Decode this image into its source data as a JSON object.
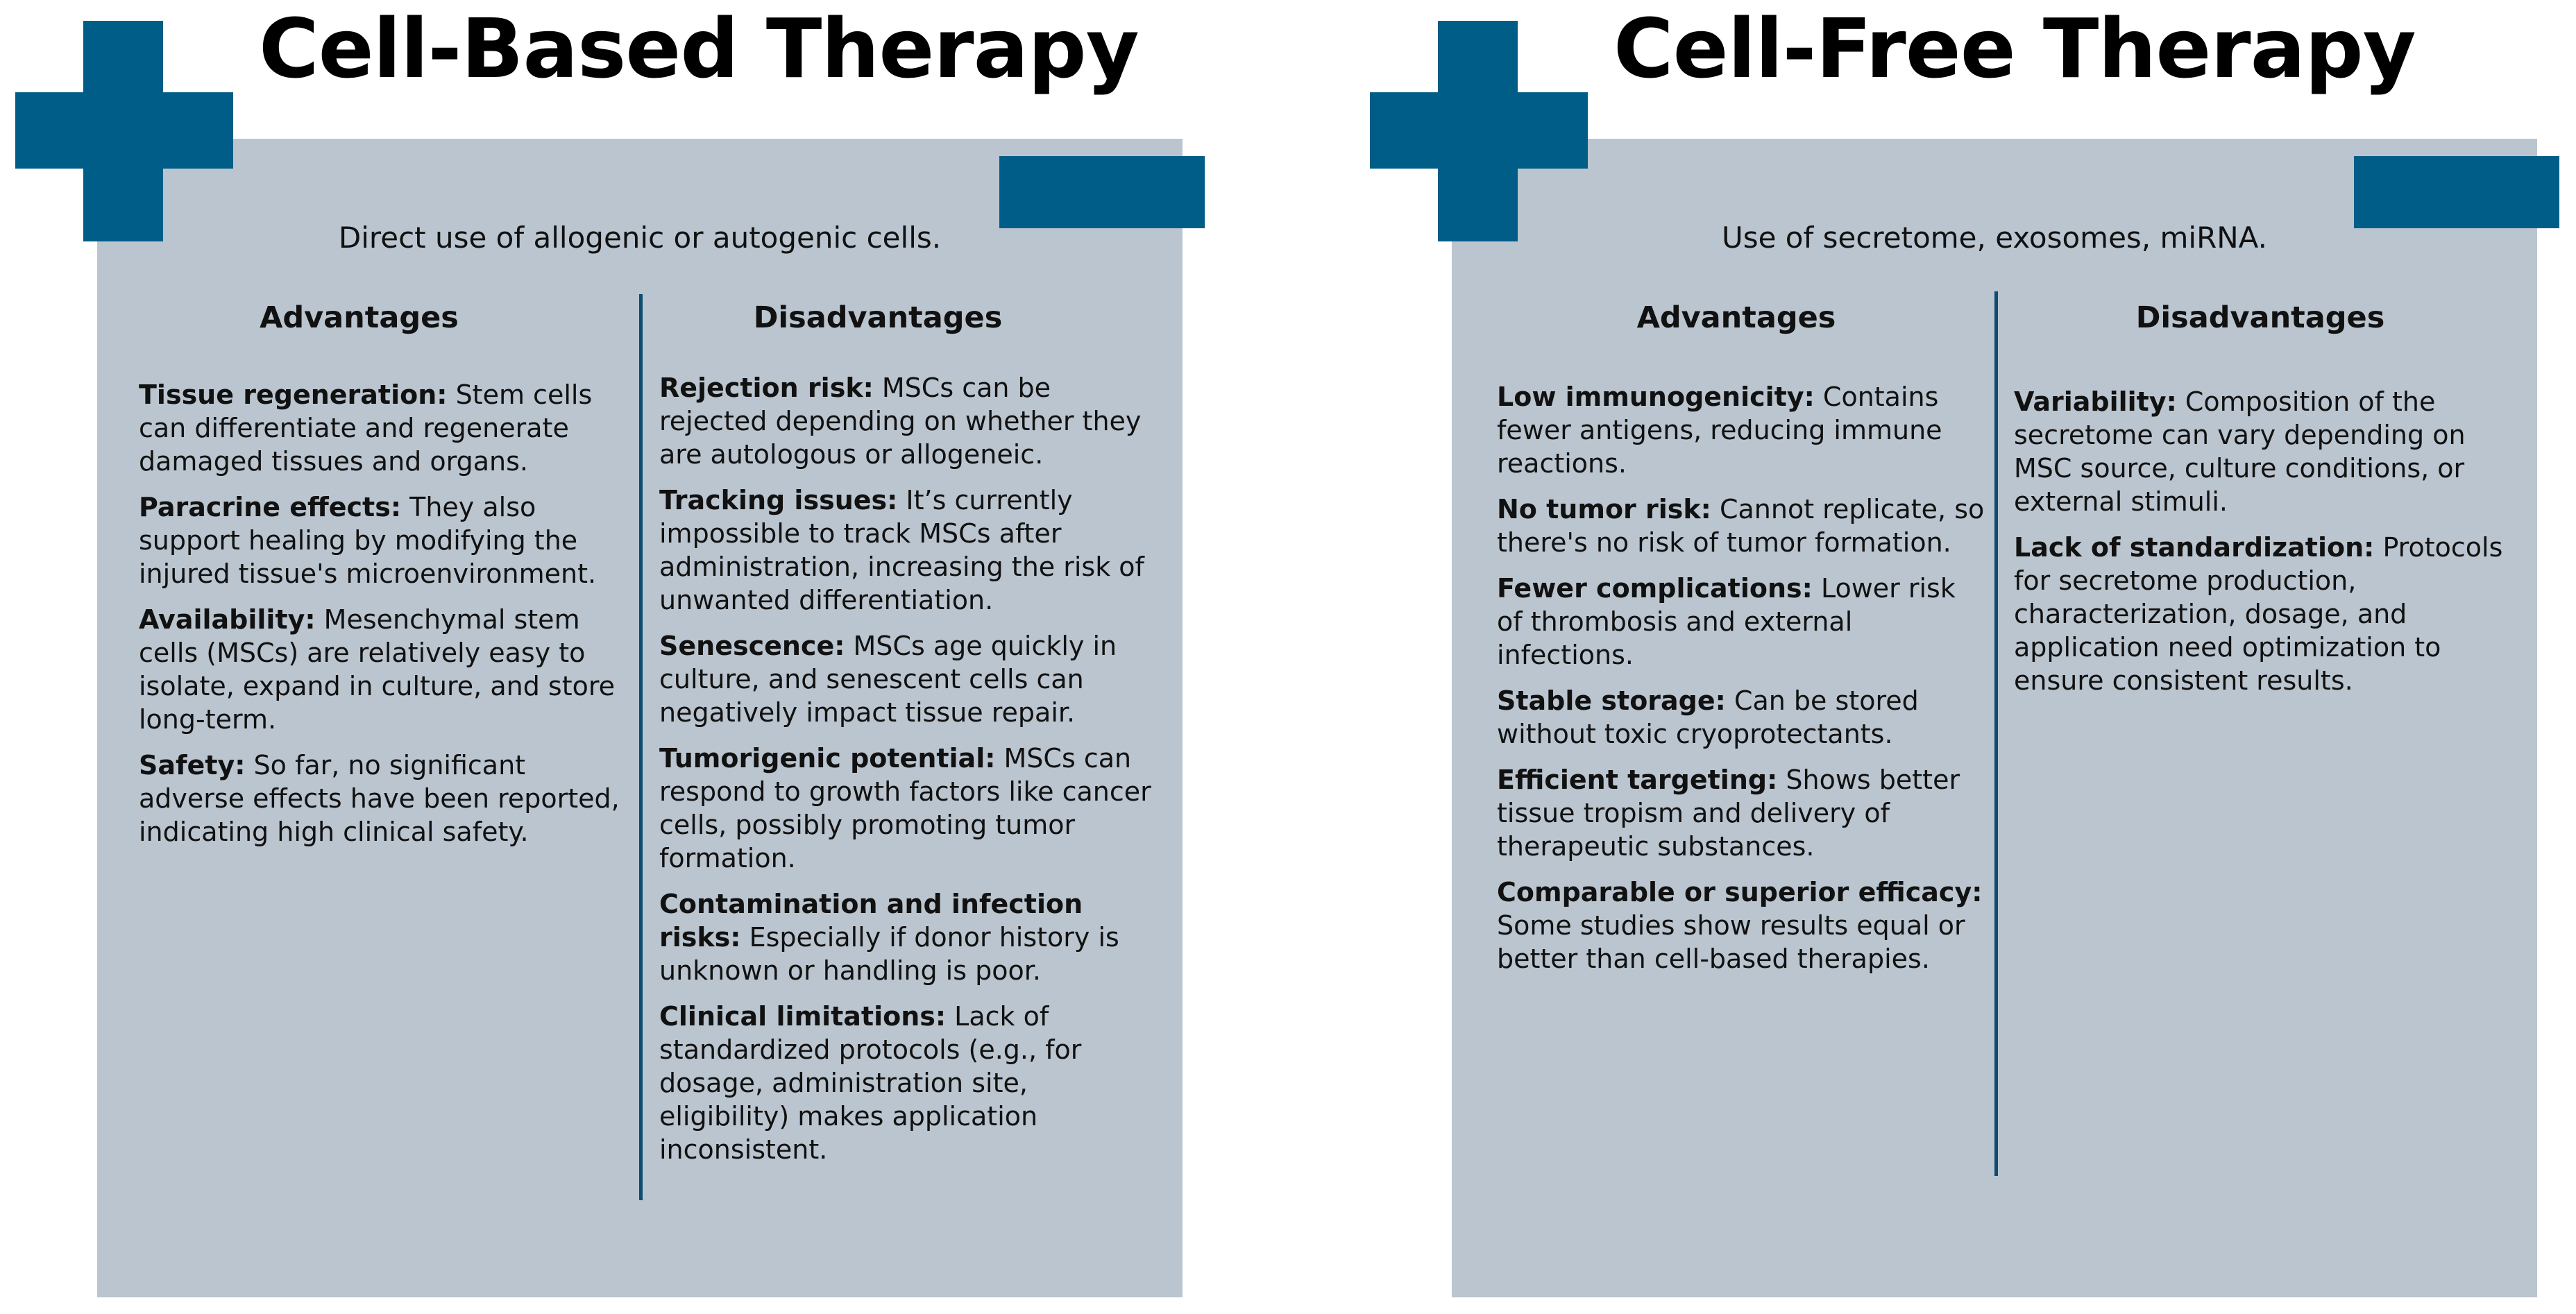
{
  "colors": {
    "accent": "#005d87",
    "panel_background": "#bbc5cf",
    "divider": "#0f4d6e"
  },
  "icons": [
    "plus-cross-icon",
    "plus-cross-icon"
  ],
  "panels": [
    {
      "title": "Cell-Based Therapy",
      "subtitle": "Direct use of allogenic or autogenic cells.",
      "advantages_heading": "Advantages",
      "disadvantages_heading": "Disadvantages",
      "advantages": [
        {
          "label": "Tissue regeneration:",
          "text": " Stem cells can differentiate and regenerate damaged tissues and organs."
        },
        {
          "label": "Paracrine effects:",
          "text": " They also support healing by modifying the injured tissue's microenvironment."
        },
        {
          "label": "Availability:",
          "text": " Mesenchymal stem cells (MSCs) are relatively easy to isolate, expand in culture, and store long-term."
        },
        {
          "label": "Safety:",
          "text": " So far, no significant adverse effects have been reported, indicating high clinical safety."
        }
      ],
      "disadvantages": [
        {
          "label": "Rejection risk:",
          "text": " MSCs can be rejected depending on whether they are autologous or allogeneic."
        },
        {
          "label": "Tracking issues:",
          "text": " It’s currently impossible to track MSCs after administration, increasing the risk of unwanted differentiation."
        },
        {
          "label": "Senescence:",
          "text": " MSCs age quickly in culture, and senescent cells can negatively impact tissue repair."
        },
        {
          "label": "Tumorigenic potential:",
          "text": " MSCs can respond to growth factors like cancer cells, possibly promoting tumor formation."
        },
        {
          "label": "Contamination and infection risks:",
          "text": " Especially if donor history is unknown or handling is poor."
        },
        {
          "label": "Clinical limitations:",
          "text": " Lack of standardized protocols (e.g., for dosage, administration site, eligibility) makes application inconsistent."
        }
      ]
    },
    {
      "title": "Cell-Free Therapy",
      "subtitle": "Use of secretome, exosomes, miRNA.",
      "advantages_heading": "Advantages",
      "disadvantages_heading": "Disadvantages",
      "advantages": [
        {
          "label": "Low immunogenicity:",
          "text": " Contains fewer antigens, reducing immune reactions."
        },
        {
          "label": "No tumor risk:",
          "text": " Cannot replicate, so there's no risk of tumor formation."
        },
        {
          "label": "Fewer complications:",
          "text": " Lower risk of thrombosis and external infections."
        },
        {
          "label": "Stable storage:",
          "text": " Can be stored without toxic cryoprotectants."
        },
        {
          "label": "Efficient targeting:",
          "text": " Shows better tissue tropism and delivery of therapeutic substances."
        },
        {
          "label": "Comparable or superior efficacy:",
          "text": " Some studies show results equal or better than cell-based therapies."
        }
      ],
      "disadvantages": [
        {
          "label": "Variability:",
          "text": " Composition of the secretome can vary depending on MSC source, culture conditions, or external stimuli."
        },
        {
          "label": "Lack of standardization:",
          "text": " Protocols for secretome production, characterization, dosage, and application need optimization to ensure consistent results."
        }
      ]
    }
  ]
}
